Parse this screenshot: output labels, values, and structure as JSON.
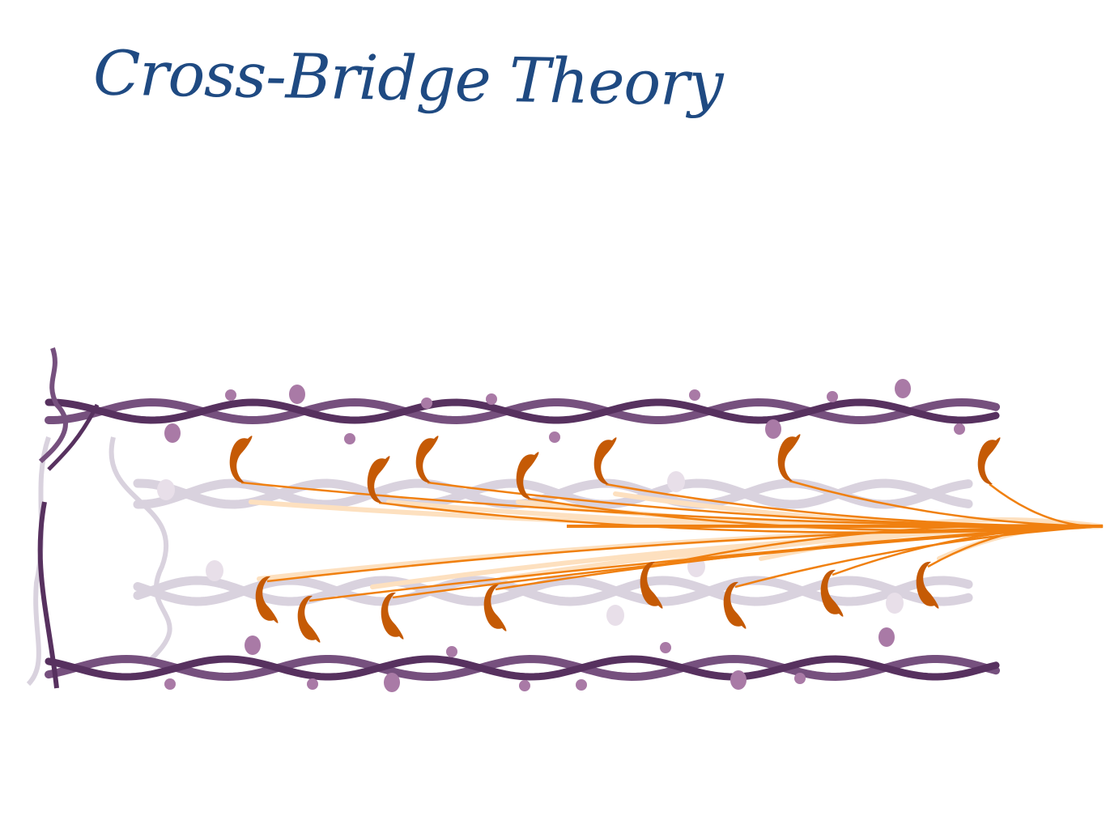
{
  "title": "Cross-Bridge Theory",
  "colors": {
    "title": "#1f4a82",
    "actin_dark": "#57315f",
    "actin_mid": "#76507e",
    "actin_faint": "#d9d2de",
    "troponin": "#a97aa6",
    "troponin_faint": "#e8dfe9",
    "myosin_head": "#c55a05",
    "myosin_tail": "#f08010",
    "myosin_tail_faint": "#fde0bf"
  },
  "icons": [
    "actin-filament-top",
    "actin-filament-bottom",
    "actin-filament-faint",
    "myosin-head",
    "myosin-tail"
  ]
}
